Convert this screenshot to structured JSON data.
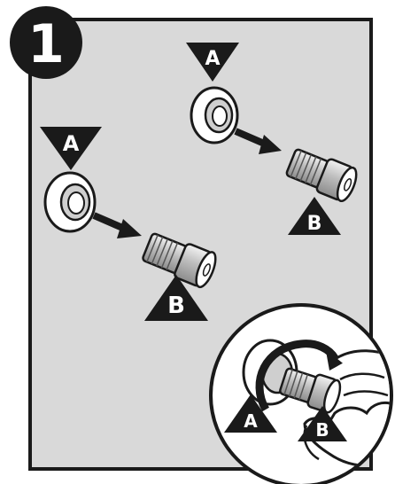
{
  "step": {
    "number": "1"
  },
  "labels": {
    "a": "A",
    "b": "B"
  },
  "colors": {
    "panel": "#d9d9d9",
    "ink": "#1a1a1a",
    "metal": "#cfcfcf",
    "highlight": "#ffffff"
  }
}
